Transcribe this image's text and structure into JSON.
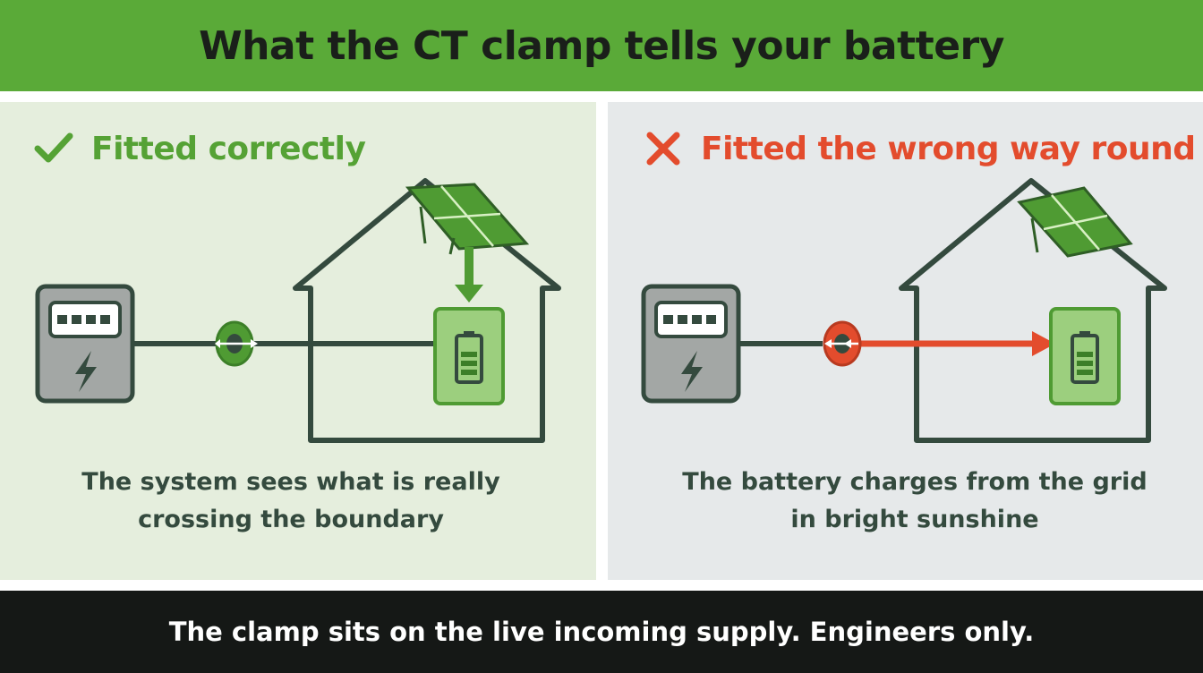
{
  "header": {
    "title": "What the CT clamp tells your battery"
  },
  "left_panel": {
    "heading": "Fitted correctly",
    "status_icon": "check-icon",
    "caption_line1": "The system sees what is really",
    "caption_line2": "crossing the boundary",
    "accent_color": "#55a235"
  },
  "right_panel": {
    "heading": "Fitted the wrong way round",
    "status_icon": "cross-icon",
    "caption_line1": "The battery charges from the grid",
    "caption_line2": "in bright sunshine",
    "accent_color": "#e34c2d"
  },
  "footer": {
    "note": "The clamp sits on the live incoming supply. Engineers only."
  },
  "colors": {
    "header_green": "#5aaa38",
    "line_dark": "#344a3e",
    "battery_green": "#9ccf7e",
    "meter_grey": "#a3a7a5",
    "footer_black": "#151816"
  }
}
